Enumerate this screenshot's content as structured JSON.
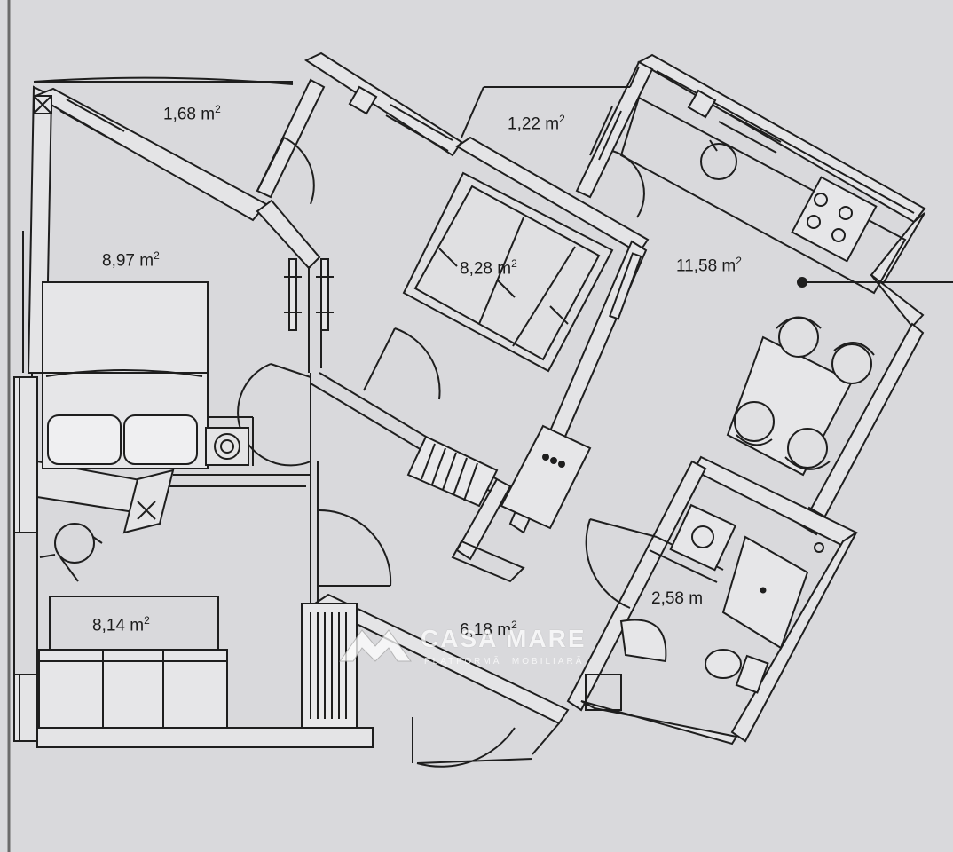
{
  "rooms": [
    {
      "area": "1,68",
      "unit": "m",
      "exp": "2"
    },
    {
      "area": "1,22",
      "unit": "m",
      "exp": "2"
    },
    {
      "area": "8,97",
      "unit": "m",
      "exp": "2"
    },
    {
      "area": "8,28 m",
      "unit": "",
      "exp": "2"
    },
    {
      "area": "11,58",
      "unit": "m",
      "exp": "2"
    },
    {
      "area": "8,14",
      "unit": "m",
      "exp": "2"
    },
    {
      "area": "6,18",
      "unit": "m",
      "exp": "2"
    },
    {
      "area": "2,58",
      "unit": "m",
      "exp": ""
    }
  ],
  "watermark": {
    "brand": "CASA MARE",
    "tagline": "PLATFORMĂ IMOBILIARĂ"
  },
  "colors": {
    "paper": "#d9d9dc",
    "line": "#1e1e1e",
    "wall_fill": "#e4e4e6",
    "watermark": "#ffffff"
  },
  "icons": [
    "bed-icon",
    "sofa-icon",
    "dining-table-icon",
    "chair-icon",
    "stove-icon",
    "sink-icon",
    "toilet-icon",
    "shower-icon",
    "wardrobe-icon",
    "door-swing-icon",
    "window-icon",
    "office-chair-icon",
    "washing-machine-icon",
    "boiler-icon",
    "stairs-icon"
  ]
}
